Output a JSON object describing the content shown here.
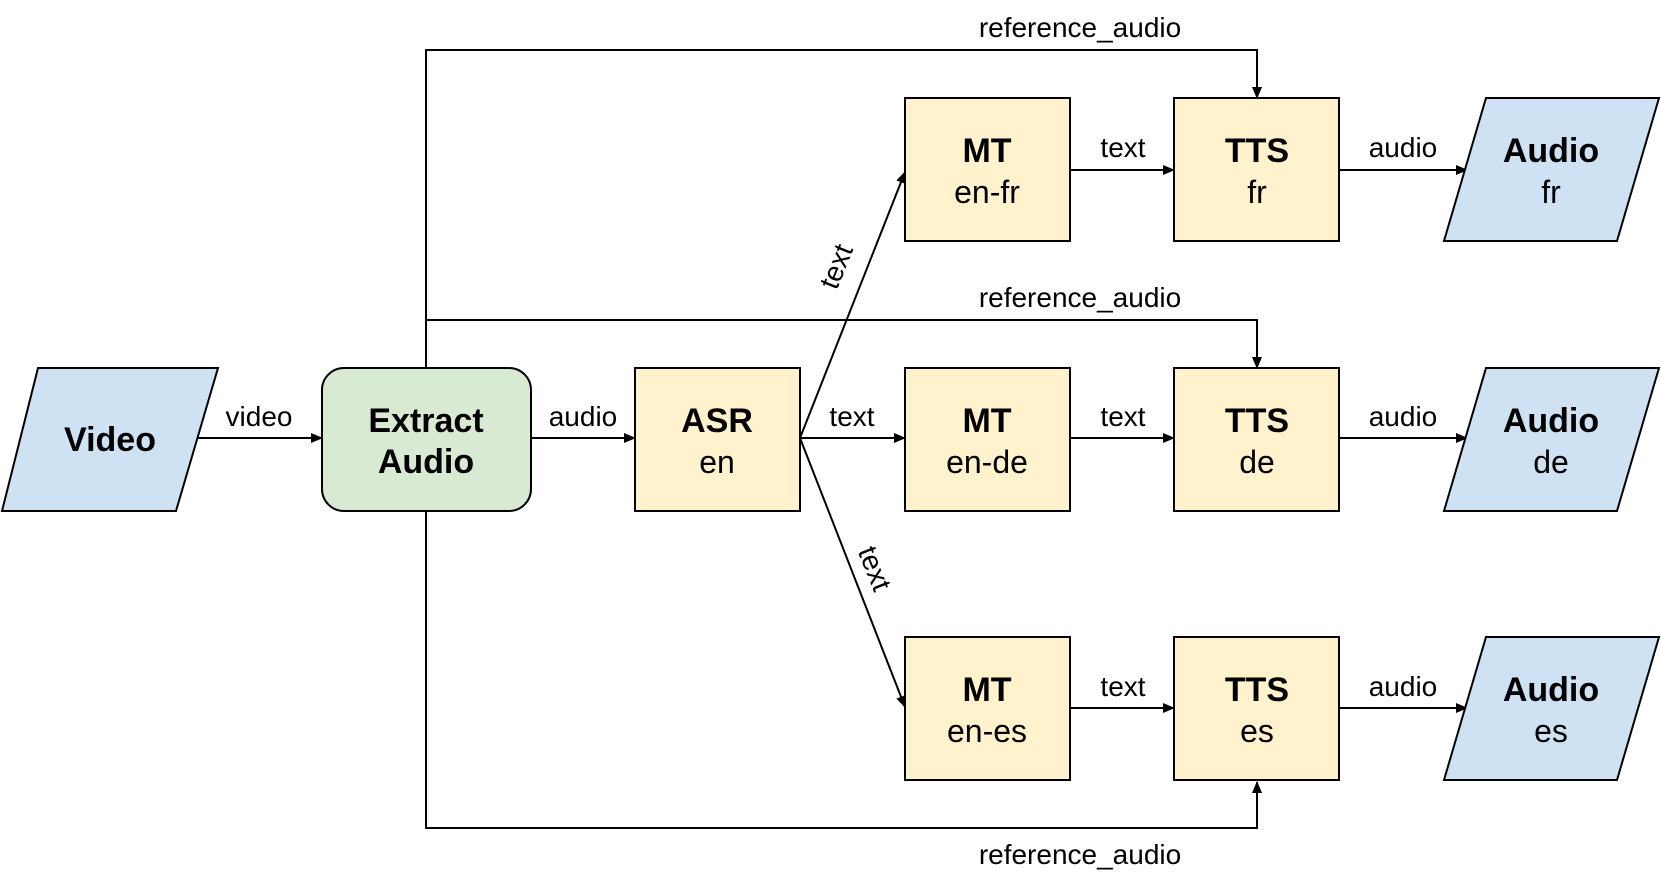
{
  "colors": {
    "io_fill": "#cfe2f3",
    "process_fill": "#d9ead3",
    "model_fill": "#fff2cc",
    "stroke": "#000000"
  },
  "nodes": {
    "video": {
      "title": "Video"
    },
    "extract": {
      "title_line1": "Extract",
      "title_line2": "Audio"
    },
    "asr": {
      "title": "ASR",
      "sub": "en"
    },
    "mt_fr": {
      "title": "MT",
      "sub": "en-fr"
    },
    "mt_de": {
      "title": "MT",
      "sub": "en-de"
    },
    "mt_es": {
      "title": "MT",
      "sub": "en-es"
    },
    "tts_fr": {
      "title": "TTS",
      "sub": "fr"
    },
    "tts_de": {
      "title": "TTS",
      "sub": "de"
    },
    "tts_es": {
      "title": "TTS",
      "sub": "es"
    },
    "audio_fr": {
      "title": "Audio",
      "sub": "fr"
    },
    "audio_de": {
      "title": "Audio",
      "sub": "de"
    },
    "audio_es": {
      "title": "Audio",
      "sub": "es"
    }
  },
  "edges": {
    "video_to_extract": "video",
    "extract_to_asr": "audio",
    "asr_to_mt_fr": "text",
    "asr_to_mt_de": "text",
    "asr_to_mt_es": "text",
    "mt_fr_to_tts_fr": "text",
    "mt_de_to_tts_de": "text",
    "mt_es_to_tts_es": "text",
    "tts_fr_to_audio_fr": "audio",
    "tts_de_to_audio_de": "audio",
    "tts_es_to_audio_es": "audio",
    "ref_fr": "reference_audio",
    "ref_de": "reference_audio",
    "ref_es": "reference_audio"
  }
}
